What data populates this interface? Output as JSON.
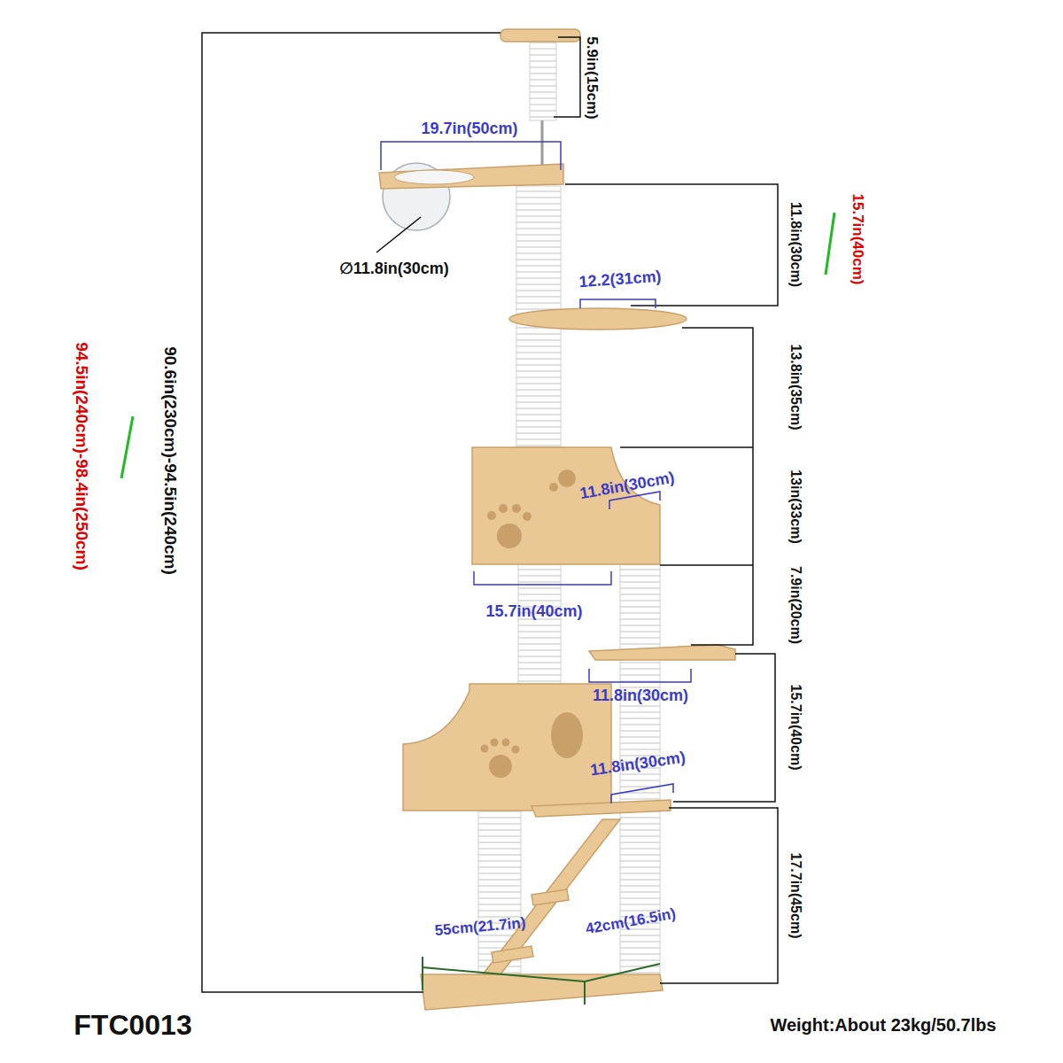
{
  "diagram": {
    "labels": [
      "5.9in(15cm)",
      "19.7in(50cm)",
      "11.8in(30cm)",
      "15.7in(40cm)",
      "∅11.8in(30cm)",
      "12.2(31cm)",
      "13.8in(35cm)",
      "94.5in(240cm)-98.4in(250cm)",
      "90.6in(230cm)-94.5in(240cm)",
      "11.8in(30cm)",
      "13in(33cm)",
      "15.7in(40cm)",
      "7.9in(20cm)",
      "11.8in(30cm)",
      "15.7in(40cm)",
      "11.8in(30cm)",
      "17.7in(45cm)",
      "55cm(21.7in)",
      "42cm(16.5in)",
      "FTC0013",
      "Weight:About 23kg/50.7lbs"
    ]
  }
}
